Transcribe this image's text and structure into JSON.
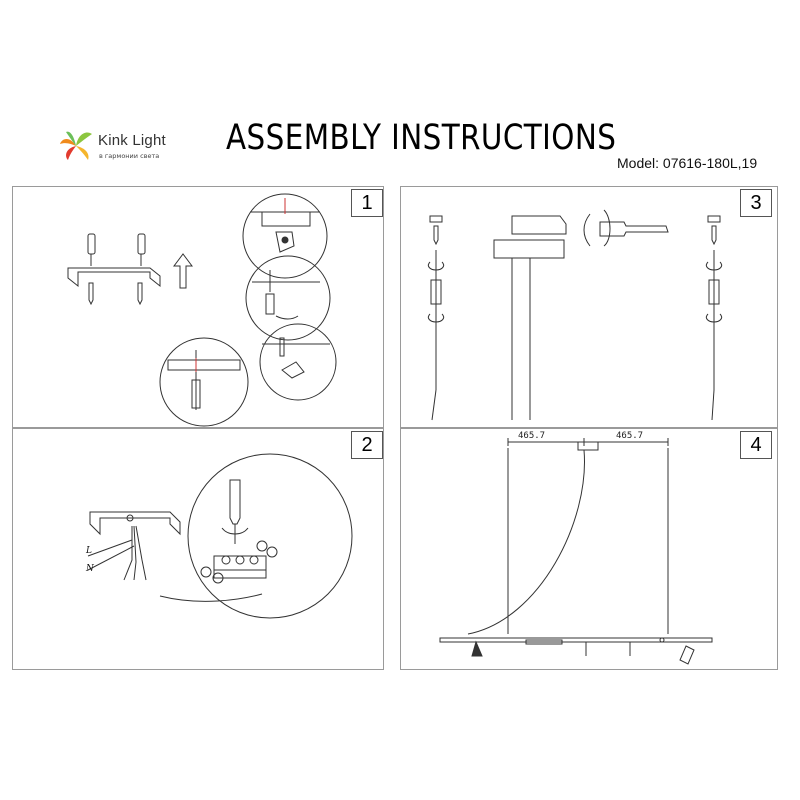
{
  "header": {
    "brand": "Kink Light",
    "tagline": "в гармонии света",
    "title": "ASSEMBLY INSTRUCTIONS",
    "model": "Model: 07616-180L,19"
  },
  "steps": [
    {
      "number": "1"
    },
    {
      "number": "2"
    },
    {
      "number": "3"
    },
    {
      "number": "4"
    }
  ],
  "step2": {
    "label_l": "L",
    "label_n": "N"
  },
  "step4": {
    "dim_left": "465.7",
    "dim_right": "465.7"
  },
  "colors": {
    "line": "#333333",
    "frame": "#9a9a9a",
    "logo_orange": "#f08a1c",
    "logo_green": "#8cc63f",
    "logo_red": "#e23b2e"
  }
}
